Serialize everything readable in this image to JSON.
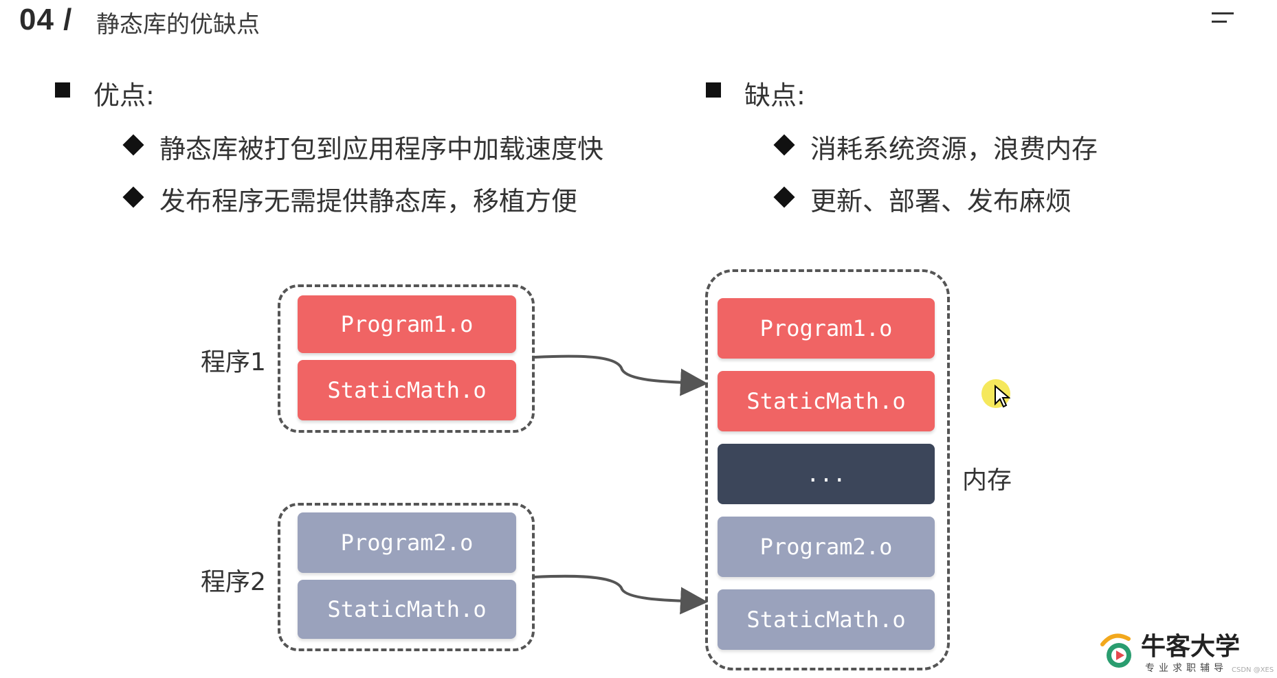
{
  "header": {
    "slide_number": "04 /",
    "title": "静态库的优缺点"
  },
  "advantages": {
    "heading": "优点:",
    "items": [
      "静态库被打包到应用程序中加载速度快",
      "发布程序无需提供静态库，移植方便"
    ]
  },
  "disadvantages": {
    "heading": "缺点:",
    "items": [
      "消耗系统资源，浪费内存",
      "更新、部署、发布麻烦"
    ]
  },
  "diagram": {
    "program1": {
      "label": "程序1",
      "blocks": [
        "Program1.o",
        "StaticMath.o"
      ]
    },
    "program2": {
      "label": "程序2",
      "blocks": [
        "Program2.o",
        "StaticMath.o"
      ]
    },
    "memory": {
      "label": "内存",
      "blocks": [
        "Program1.o",
        "StaticMath.o",
        "...",
        "Program2.o",
        "StaticMath.o"
      ]
    }
  },
  "logo": {
    "name": "牛客大学",
    "tagline": "专业求职辅导"
  },
  "watermark": "CSDN @XES",
  "colors": {
    "red_block": "#f06464",
    "gray_block": "#9aa2bc",
    "dark_block": "#3c465a"
  }
}
